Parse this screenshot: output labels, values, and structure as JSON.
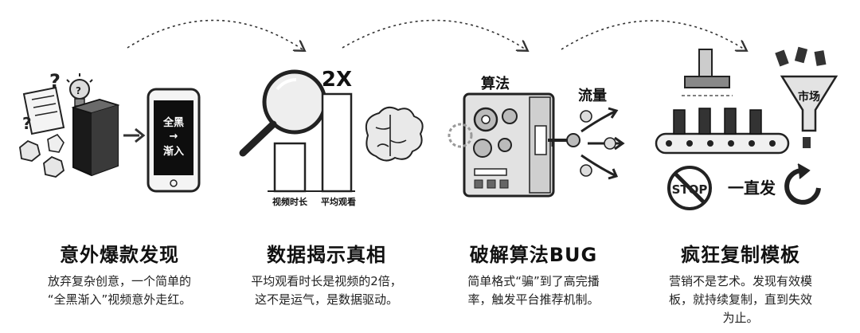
{
  "panels": [
    {
      "title": "意外爆款发现",
      "desc": [
        "放弃复杂创意，一个简单的",
        "“全黑渐入”视频意外走红。"
      ],
      "phone_text": [
        "全黑",
        "→",
        "渐入"
      ]
    },
    {
      "title": "数据揭示真相",
      "desc": [
        "平均观看时长是视频的2倍，",
        "这不是运气，是数据驱动。"
      ],
      "bar_label_left": "视频时长",
      "bar_label_right": "平均观看",
      "multiplier": "2X"
    },
    {
      "title": "破解算法BUG",
      "desc": [
        "简单格式“骗”到了高完播",
        "率，触发平台推荐机制。"
      ],
      "algo_label": "算法",
      "flow_label": "流量"
    },
    {
      "title": "疯狂复制模板",
      "desc": [
        "营销不是艺术。发现有效模",
        "板，就持续复制，直到失效",
        "为止。"
      ],
      "market_label": "市场",
      "stop_text": "STOP",
      "nonstop_label": "一直发"
    }
  ]
}
